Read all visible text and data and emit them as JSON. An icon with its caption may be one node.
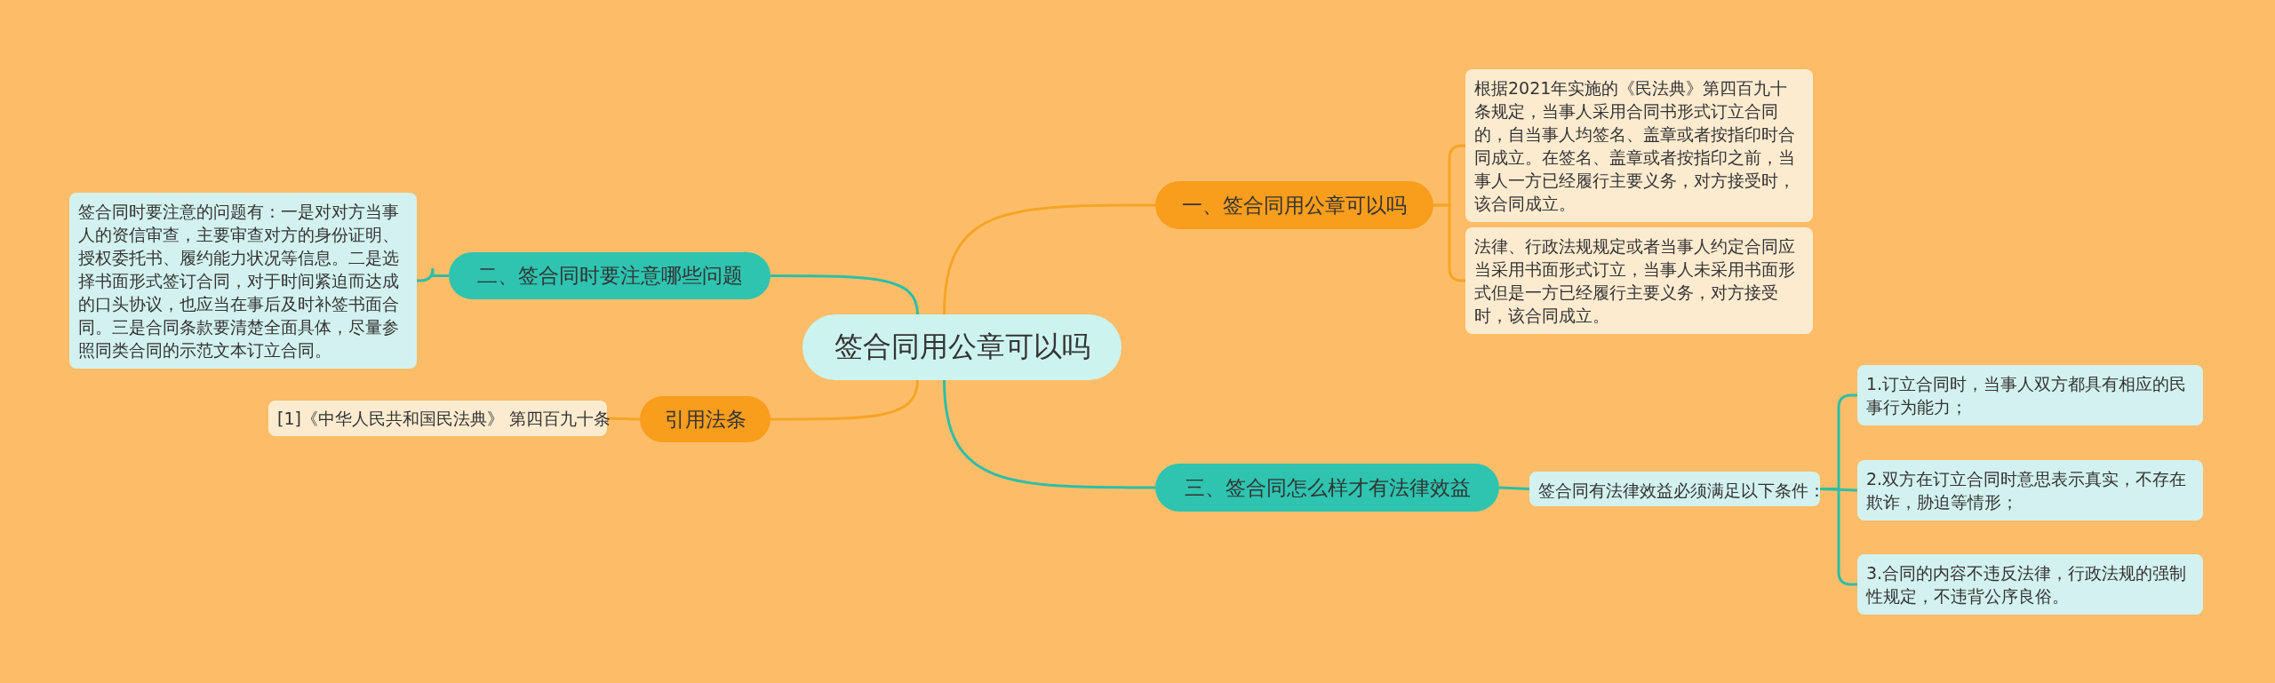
{
  "diagram": {
    "nodes": [
      {
        "text": [
          "签合同用公章可以吗"
        ]
      },
      {
        "text": [
          "一、签合同用公章可以吗"
        ]
      },
      {
        "text": [
          "根据2021年实施的《民法典》第四百九十条规定，当事人采用合同书形式订立合同的，自当事人均签名、盖章或者按指印时合同成立。在签名、盖章或者按指印之前，当事人一方已经履行主要义务，对方接受时，该合同成立。"
        ]
      },
      {
        "text": [
          "法律、行政法规规定或者当事人约定合同应当采用书面形式订立，当事人未采用书面形式但是一方已经履行主要义务，对方接受时，该合同成立。"
        ]
      },
      {
        "text": [
          "二、签合同时要注意哪些问题"
        ]
      },
      {
        "text": [
          "签合同时要注意的问题有：一是对对方当事人的资信审查，主要审查对方的身份证明、授权委托书、履约能力状况等信息。二是选择书面形式签订合同，对于时间紧迫而达成的口头协议，也应当在事后及时补签书面合同。三是合同条款要清楚全面具体，尽量参照同类合同的示范文本订立合同。"
        ]
      },
      {
        "text": [
          "引用法条"
        ]
      },
      {
        "text": [
          "[1]《中华人民共和国民法典》 第四百九十条"
        ]
      },
      {
        "text": [
          "三、签合同怎么样才有法律效益"
        ]
      },
      {
        "text": [
          "签合同有法律效益必须满足以下条件："
        ]
      },
      {
        "text": [
          "1.订立合同时，当事人双方都具有相应的民事行为能力；"
        ]
      },
      {
        "text": [
          "2.双方在订立合同时意思表示真实，不存在欺诈，胁迫等情形；"
        ]
      },
      {
        "text": [
          "3.合同的内容不违反法律，行政法规的强制性规定，不违背公序良俗。"
        ]
      }
    ],
    "edges": [
      {
        "from": 0,
        "to": 1,
        "arrow": "none",
        "color": "#f5a425"
      },
      {
        "from": 1,
        "to": 2,
        "arrow": "none",
        "color": "#f5a425"
      },
      {
        "from": 1,
        "to": 3,
        "arrow": "none",
        "color": "#f5a425"
      },
      {
        "from": 0,
        "to": 4,
        "arrow": "none"
      },
      {
        "from": 4,
        "to": 5,
        "arrow": "none"
      },
      {
        "from": 0,
        "to": 6,
        "arrow": "none",
        "color": "#f5a425"
      },
      {
        "from": 6,
        "to": 7,
        "arrow": "none",
        "color": "#f5a425"
      },
      {
        "from": 0,
        "to": 8,
        "arrow": "none"
      },
      {
        "from": 8,
        "to": 9,
        "arrow": "none"
      },
      {
        "from": 9,
        "to": 10,
        "arrow": "none"
      },
      {
        "from": 9,
        "to": 11,
        "arrow": "none"
      },
      {
        "from": 9,
        "to": 12,
        "arrow": "none"
      }
    ]
  }
}
